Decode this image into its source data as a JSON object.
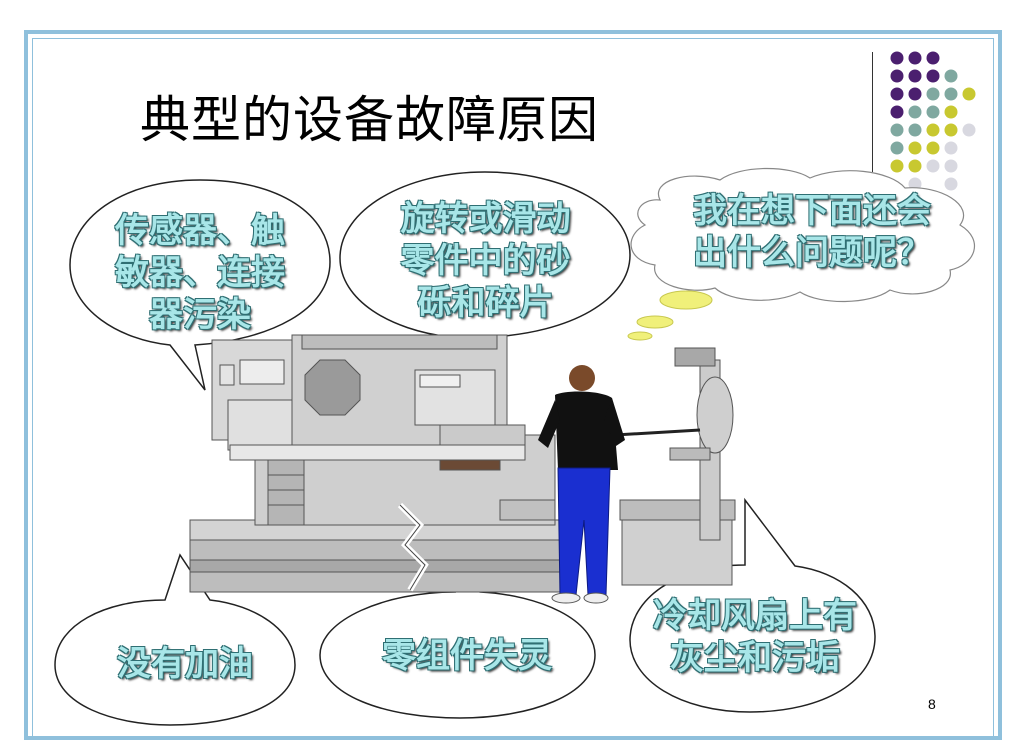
{
  "slide": {
    "title": "典型的设备故障原因",
    "page_number": "8"
  },
  "bubbles": {
    "sensor": "传感器、触\n敏器、连接\n器污染",
    "debris": "旋转或滑动\n零件中的砂\n砾和碎片",
    "thinking": "我在想下面还会\n出什么问题呢？",
    "no_oil": "没有加油",
    "component": "零组件失灵",
    "fan": "冷却风扇上有\n灰尘和污垢"
  },
  "colors": {
    "frame": "#8fc0dc",
    "bubble_text": "#a8e6e8",
    "machine_gray": "#c8c8c8",
    "person_shirt": "#111111",
    "person_pants": "#1a2fd0",
    "thought_dots": "#f0f07a"
  },
  "decor_dots": {
    "palette": [
      "#4b1f6f",
      "#7fa8a0",
      "#c8c830",
      "#d8d8e0"
    ]
  }
}
